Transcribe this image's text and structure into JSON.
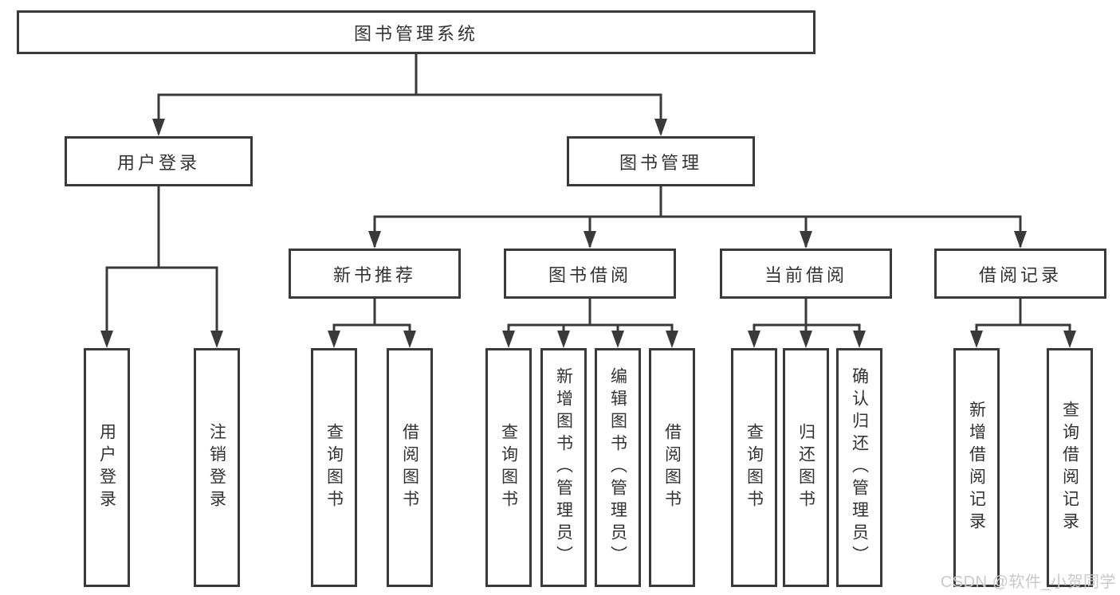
{
  "colors": {
    "line": "#3a3a3a",
    "text": "#333333",
    "node_background": "#ffffff",
    "watermark_text": "#c9c9c9",
    "page_background": "#ffffff"
  },
  "watermark": "CSDN @软件_小贺同学",
  "tree": {
    "root": {
      "label": "图书管理系统",
      "children": [
        {
          "label": "用户登录",
          "children": [
            {
              "label": "用户登录"
            },
            {
              "label": "注销登录"
            }
          ]
        },
        {
          "label": "图书管理",
          "children": [
            {
              "label": "新书推荐",
              "children": [
                {
                  "label": "查询图书"
                },
                {
                  "label": "借阅图书"
                }
              ]
            },
            {
              "label": "图书借阅",
              "children": [
                {
                  "label": "查询图书"
                },
                {
                  "label": "新增图书（管理员）"
                },
                {
                  "label": "编辑图书（管理员）"
                },
                {
                  "label": "借阅图书"
                }
              ]
            },
            {
              "label": "当前借阅",
              "children": [
                {
                  "label": "查询图书"
                },
                {
                  "label": "归还图书"
                },
                {
                  "label": "确认归还（管理员）"
                }
              ]
            },
            {
              "label": "借阅记录",
              "children": [
                {
                  "label": "新增借阅记录"
                },
                {
                  "label": "查询借阅记录"
                }
              ]
            }
          ]
        }
      ]
    }
  }
}
